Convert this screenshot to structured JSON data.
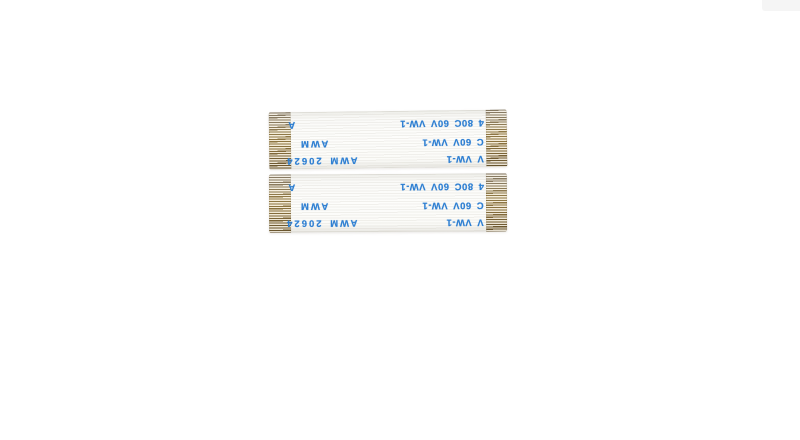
{
  "photo": {
    "background_color": "#ffffff",
    "artifact_color": "#f5f5f5"
  },
  "colors": {
    "print_blue": "#2e7fd2",
    "cable_white": "#fbfbf9",
    "cable_edge": "#e9e8e3",
    "contact_gold": "#c2a35c",
    "contact_brown": "#776134",
    "contact_gray": "#b7b0a5"
  },
  "cables": [
    {
      "position": "top",
      "print": {
        "line1_left": "A",
        "line1_right": "4 80C 60V VW-1",
        "line2_left": "AWM",
        "line2_right": "C 60V VW-1",
        "line3_left": "AWM 20624",
        "line3_right": "V VW-1"
      }
    },
    {
      "position": "bottom",
      "print": {
        "line1_left": "A",
        "line1_right": "4 80C 60V VW-1",
        "line2_left": "AWM",
        "line2_right": "C 60V VW-1",
        "line3_left": "AWM 20624",
        "line3_right": "V VW-1"
      }
    }
  ]
}
